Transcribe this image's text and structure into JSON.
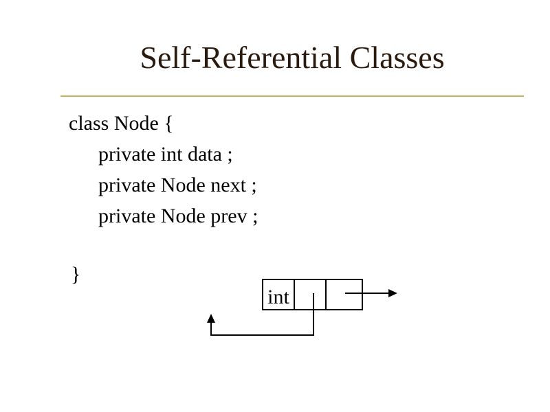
{
  "slide": {
    "title": "Self-Referential Classes",
    "code": {
      "lines": [
        {
          "text": "class Node {",
          "indent": false
        },
        {
          "text": "private int data ;",
          "indent": true
        },
        {
          "text": "private Node next ;",
          "indent": true
        },
        {
          "text": "private Node prev ;",
          "indent": true
        }
      ],
      "closing_brace": "}"
    },
    "diagram": {
      "node_box": {
        "cells": [
          {
            "name": "data-field",
            "label": "int"
          },
          {
            "name": "next-field",
            "label": ""
          },
          {
            "name": "prev-field",
            "label": ""
          }
        ]
      },
      "arrow_names": [
        "next-pointer-arrow",
        "prev-pointer-arrow"
      ]
    },
    "colors": {
      "title_text": "#2B1A0E",
      "rule": "#C4B163",
      "body_text": "#000000",
      "diagram_stroke": "#000000",
      "background": "#FFFFFF"
    }
  }
}
